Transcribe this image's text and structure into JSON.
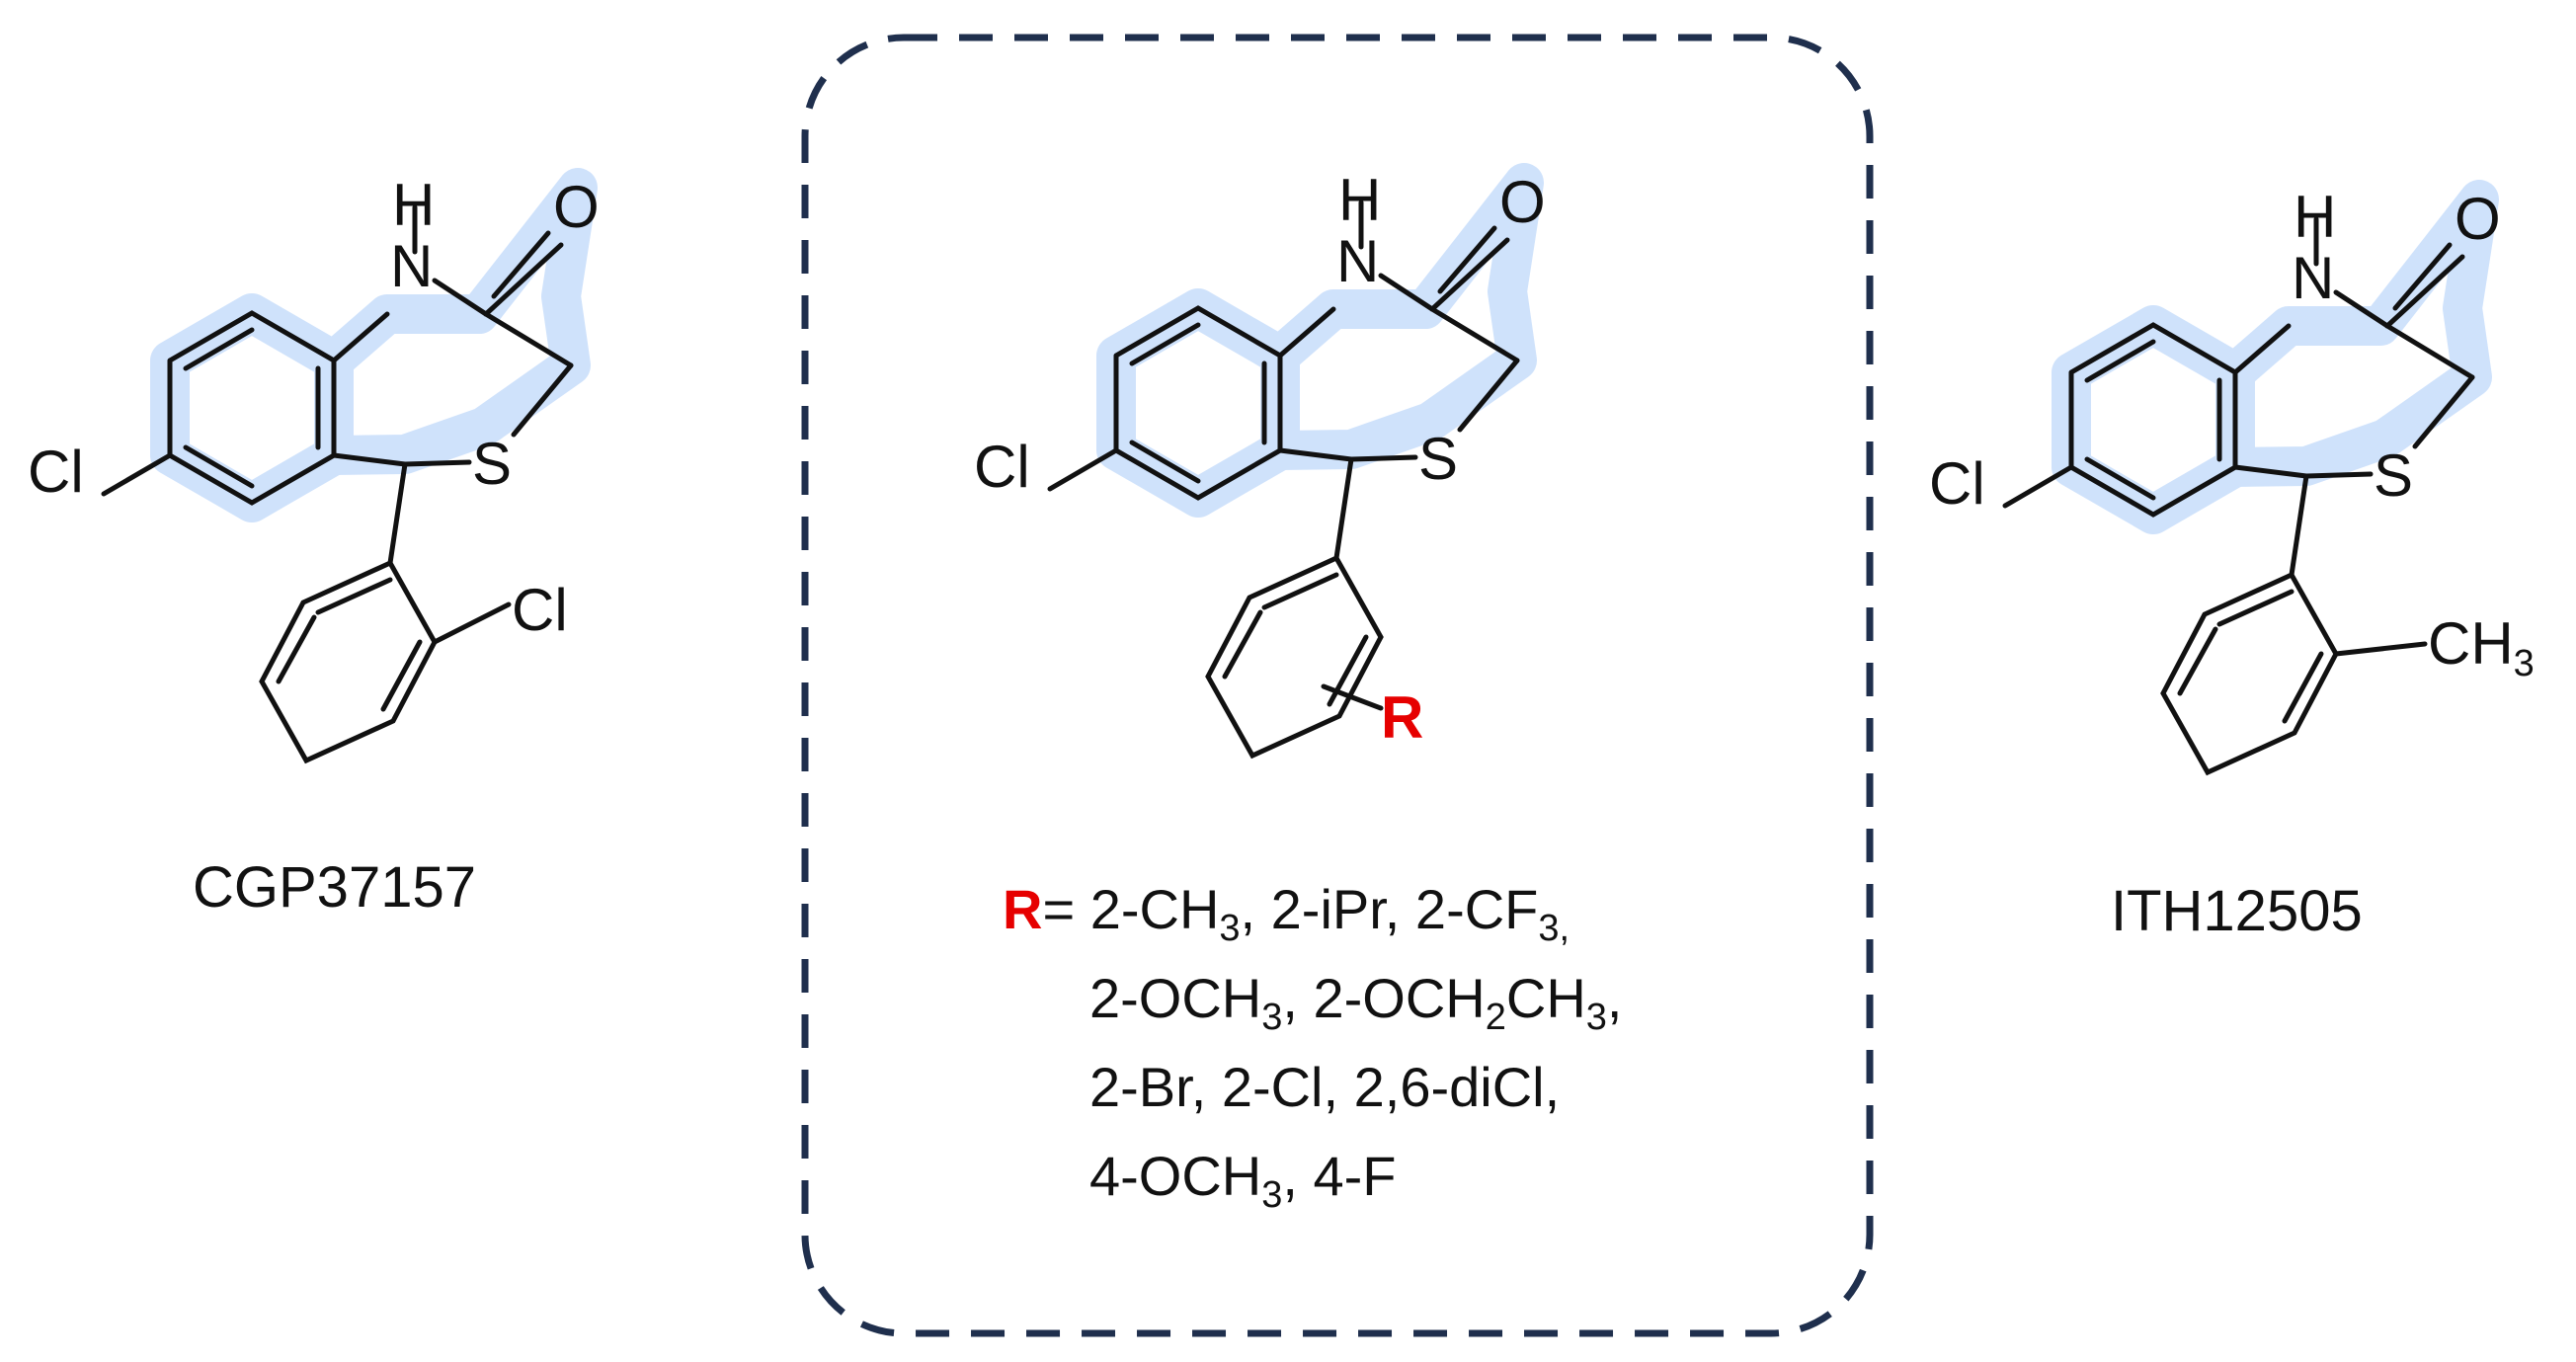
{
  "molecules": [
    {
      "name": "CGP37157",
      "labels": {
        "nh_h": "H",
        "nh_n": "N",
        "oxygen": "O",
        "sulfur": "S",
        "ring_cl": "Cl",
        "sub_cl": "Cl"
      },
      "substituent": "Cl"
    },
    {
      "name": "",
      "labels": {
        "nh_h": "H",
        "nh_n": "N",
        "oxygen": "O",
        "sulfur": "S",
        "ring_cl": "Cl",
        "r_group": "R"
      }
    },
    {
      "name": "ITH12505",
      "labels": {
        "nh_h": "H",
        "nh_n": "N",
        "oxygen": "O",
        "sulfur": "S",
        "ring_cl": "Cl"
      },
      "substituent": {
        "main": "CH",
        "sub": "3"
      }
    }
  ],
  "r_definition": {
    "label": "R",
    "equals": "= ",
    "lines": [
      [
        {
          "t": "2-CH"
        },
        {
          "s": "3"
        },
        {
          "t": ", 2-iPr, 2-CF"
        },
        {
          "s": "3,"
        }
      ],
      [
        {
          "t": "2-OCH"
        },
        {
          "s": "3"
        },
        {
          "t": ", 2-OCH"
        },
        {
          "s": "2"
        },
        {
          "t": "CH"
        },
        {
          "s": "3"
        },
        {
          "t": ","
        }
      ],
      [
        {
          "t": "2-Br, 2-Cl, 2,6-diCl,"
        }
      ],
      [
        {
          "t": "4-OCH"
        },
        {
          "s": "3"
        },
        {
          "t": ", 4-F"
        }
      ]
    ]
  },
  "colors": {
    "halo": "#cfe2fb",
    "frame": "#1f2f4d",
    "r_highlight": "#e60000",
    "ink": "#111111"
  }
}
